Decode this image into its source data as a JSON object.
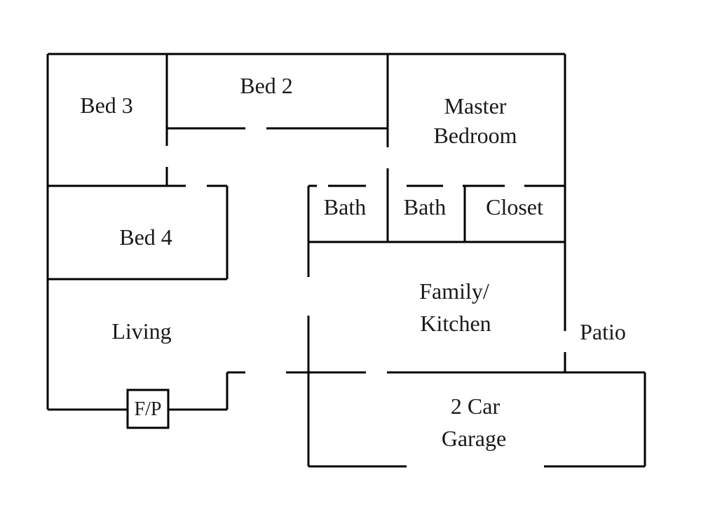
{
  "floorplan": {
    "rooms": {
      "bed3": {
        "label": "Bed 3"
      },
      "bed2": {
        "label": "Bed 2"
      },
      "master": {
        "label_line1": "Master",
        "label_line2": "Bedroom"
      },
      "bed4": {
        "label": "Bed 4"
      },
      "bath1": {
        "label": "Bath"
      },
      "bath2": {
        "label": "Bath"
      },
      "closet": {
        "label": "Closet"
      },
      "living": {
        "label": "Living"
      },
      "family": {
        "label_line1": "Family/",
        "label_line2": "Kitchen"
      },
      "patio": {
        "label": "Patio"
      },
      "garage": {
        "label_line1": "2 Car",
        "label_line2": "Garage"
      }
    },
    "fireplace": {
      "label": "F/P"
    }
  }
}
